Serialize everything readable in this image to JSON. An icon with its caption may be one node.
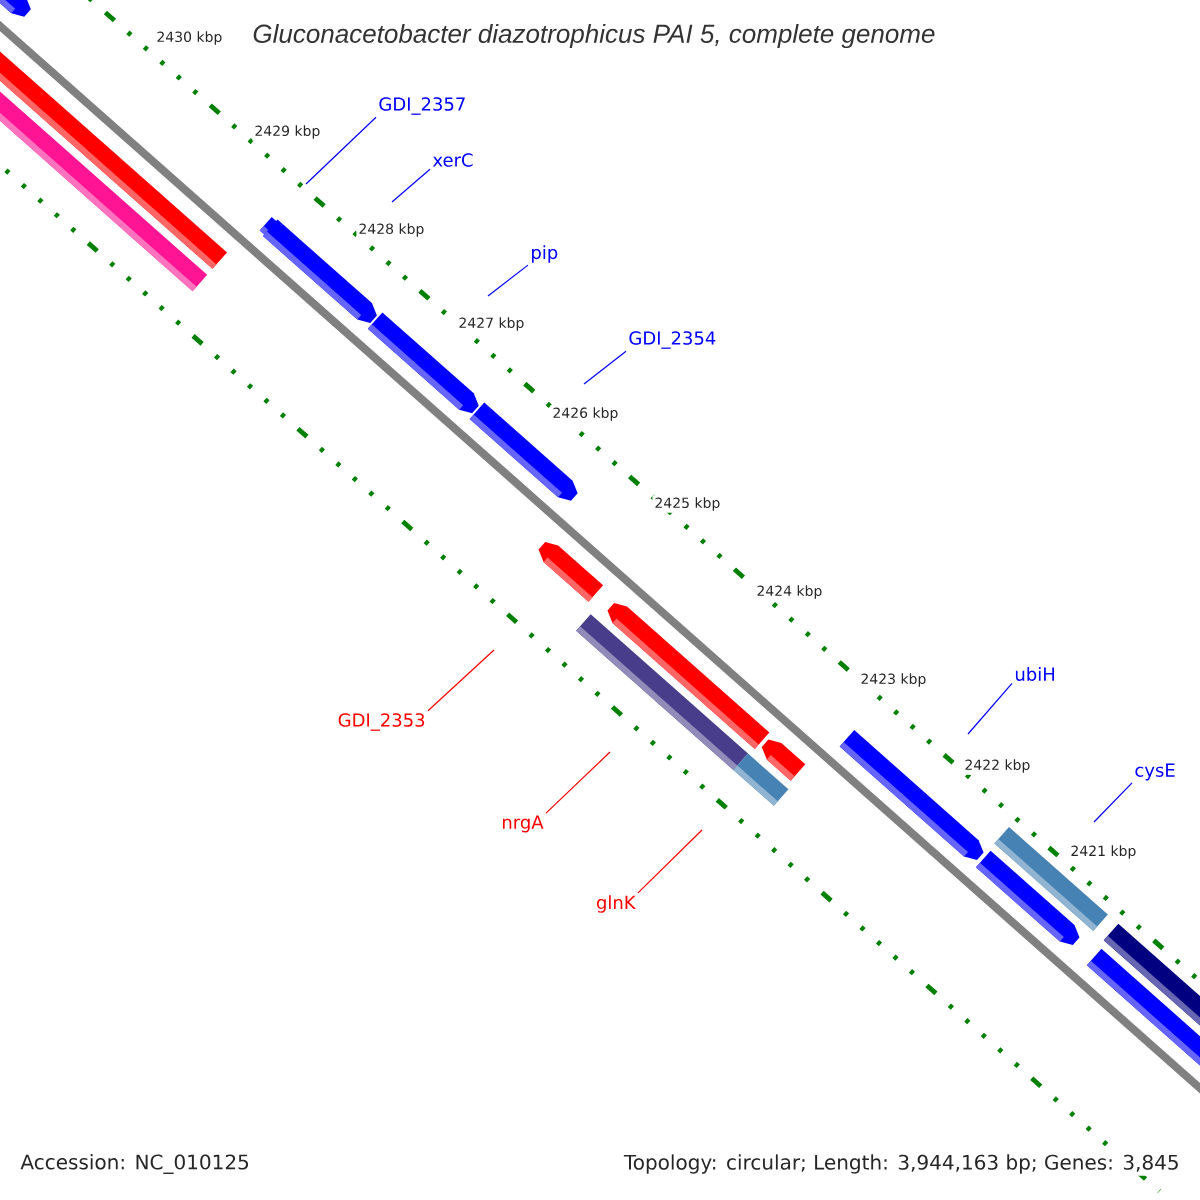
{
  "diagram": {
    "title": "Gluconacetobacter diazotrophicus PAI 5, complete genome",
    "nodes": [
      {
        "text": [
          "GDI_2357"
        ]
      },
      {
        "text": [
          "xerC"
        ]
      },
      {
        "text": [
          "pip"
        ]
      },
      {
        "text": [
          "GDI_2354"
        ]
      },
      {
        "text": [
          "ubiH"
        ]
      },
      {
        "text": [
          "cysE"
        ]
      },
      {
        "text": [
          "GDI_2353"
        ]
      },
      {
        "text": [
          "nrgA"
        ]
      },
      {
        "text": [
          "glnK"
        ]
      }
    ],
    "edges": [
      {
        "from": 0,
        "to": null,
        "arrow": "none"
      },
      {
        "from": 1,
        "to": null,
        "arrow": "none"
      },
      {
        "from": 2,
        "to": null,
        "arrow": "none"
      },
      {
        "from": 3,
        "to": null,
        "arrow": "none"
      },
      {
        "from": 4,
        "to": null,
        "arrow": "none"
      },
      {
        "from": 5,
        "to": null,
        "arrow": "none"
      },
      {
        "from": 6,
        "to": null,
        "arrow": "none",
        "color": "#ff0000"
      },
      {
        "from": 7,
        "to": null,
        "arrow": "none",
        "color": "#ff0000"
      },
      {
        "from": 8,
        "to": null,
        "arrow": "none",
        "color": "#ff0000"
      }
    ],
    "labels": [
      "2430 kbp",
      "2429 kbp",
      "2428 kbp",
      "2427 kbp",
      "2426 kbp",
      "2425 kbp",
      "2424 kbp",
      "2423 kbp",
      "2422 kbp",
      "2421 kbp",
      "Accession: NC_010125",
      "Topology: circular; Length: 3,944,163 bp; Genes: 3,845"
    ]
  }
}
